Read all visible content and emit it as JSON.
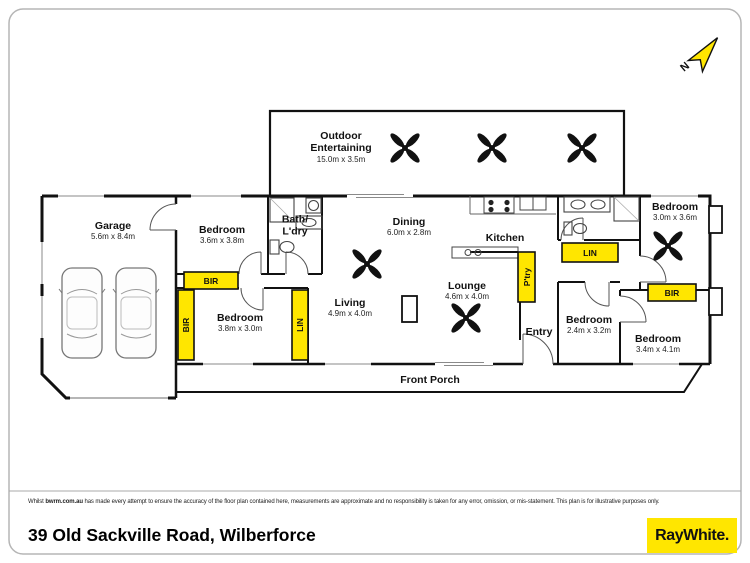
{
  "compass": {
    "label": "N"
  },
  "plan": {
    "rooms": {
      "outdoor": {
        "name": "Outdoor Entertaining",
        "dims": "15.0m x 3.5m"
      },
      "garage": {
        "name": "Garage",
        "dims": "5.6m x 8.4m"
      },
      "bedroom1": {
        "name": "Bedroom",
        "dims": "3.6m x 3.8m"
      },
      "bath": {
        "name": "Bath/ L'dry"
      },
      "dining": {
        "name": "Dining",
        "dims": "6.0m x 2.8m"
      },
      "kitchen": {
        "name": "Kitchen"
      },
      "bedroom2": {
        "name": "Bedroom",
        "dims": "3.0m x 3.6m"
      },
      "bedroom3": {
        "name": "Bedroom",
        "dims": "3.8m x 3.0m"
      },
      "living": {
        "name": "Living",
        "dims": "4.9m x 4.0m"
      },
      "lounge": {
        "name": "Lounge",
        "dims": "4.6m x 4.0m"
      },
      "entry": {
        "name": "Entry"
      },
      "bedroom4": {
        "name": "Bedroom",
        "dims": "2.4m x 3.2m"
      },
      "bedroom5": {
        "name": "Bedroom",
        "dims": "3.4m x 4.1m"
      },
      "porch": {
        "name": "Front Porch"
      }
    },
    "storage": {
      "bir_top": "BIR",
      "bir_left": "BIR",
      "lin_left": "LIN",
      "lin_hall": "LIN",
      "pantry": "P'try",
      "bir_right": "BIR"
    },
    "colors": {
      "highlight": "#FFE600",
      "wall": "#111111"
    }
  },
  "footer": {
    "disclaimer_pre": "Whilst ",
    "disclaimer_brand": "bwrm.com.au",
    "disclaimer_post": " has made every attempt to ensure the accuracy of the floor plan contained here, measurements are approximate and no responsibility is taken for any error, omission, or mis-statement. This plan is for illustrative purposes only.",
    "address": "39 Old Sackville Road, Wilberforce",
    "logo": "RayWhite."
  }
}
